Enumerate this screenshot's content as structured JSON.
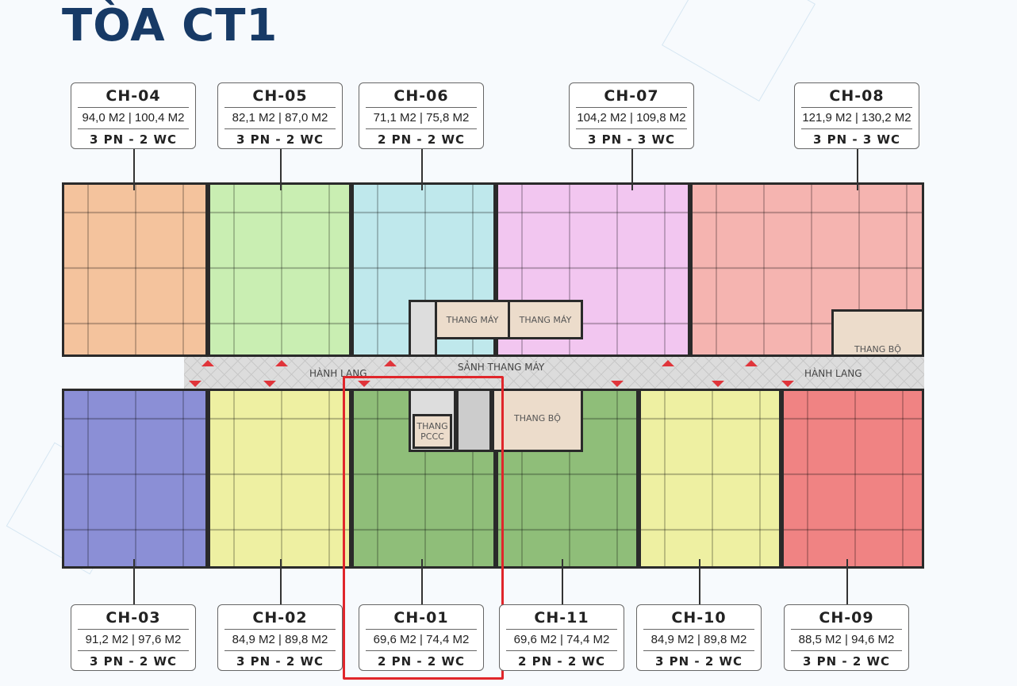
{
  "title": "TÒA CT1",
  "corridor": {
    "lobby": "SẢNH THANG MÁY",
    "hall_left": "HÀNH LANG",
    "hall_right": "HÀNH LANG"
  },
  "core": {
    "elevator1": "THANG MÁY",
    "elevator2": "THANG MÁY",
    "stair_top": "THANG BỘ",
    "stair_mid": "THANG BỘ",
    "fire_elevator": "THANG PCCC"
  },
  "top_units": [
    {
      "code": "CH-04",
      "area": "94,0 M2 | 100,4 M2",
      "rooms": "3 PN - 2 WC",
      "color": "#f4c39d"
    },
    {
      "code": "CH-05",
      "area": "82,1 M2 | 87,0 M2",
      "rooms": "3 PN - 2 WC",
      "color": "#c9eeb2"
    },
    {
      "code": "CH-06",
      "area": "71,1 M2 | 75,8 M2",
      "rooms": "2 PN - 2 WC",
      "color": "#bfe8ec"
    },
    {
      "code": "CH-07",
      "area": "104,2 M2 | 109,8 M2",
      "rooms": "3 PN - 3 WC",
      "color": "#f2c6f0"
    },
    {
      "code": "CH-08",
      "area": "121,9 M2 | 130,2 M2",
      "rooms": "3 PN - 3 WC",
      "color": "#f5b4b0"
    }
  ],
  "bottom_units": [
    {
      "code": "CH-03",
      "area": "91,2 M2 | 97,6 M2",
      "rooms": "3 PN - 2 WC",
      "color": "#8b8fd6"
    },
    {
      "code": "CH-02",
      "area": "84,9 M2 | 89,8 M2",
      "rooms": "3 PN - 2 WC",
      "color": "#eef0a2"
    },
    {
      "code": "CH-01",
      "area": "69,6 M2 | 74,4 M2",
      "rooms": "2 PN - 2 WC",
      "color": "#8fbe79"
    },
    {
      "code": "CH-11",
      "area": "69,6 M2 | 74,4 M2",
      "rooms": "2 PN - 2 WC",
      "color": "#8fbe79"
    },
    {
      "code": "CH-10",
      "area": "84,9 M2 | 89,8 M2",
      "rooms": "3 PN - 2 WC",
      "color": "#eef0a2"
    },
    {
      "code": "CH-09",
      "area": "88,5 M2 | 94,6 M2",
      "rooms": "3 PN - 2 WC",
      "color": "#f08383"
    }
  ],
  "highlighted_unit": "CH-01",
  "highlight_color": "#e0262b"
}
